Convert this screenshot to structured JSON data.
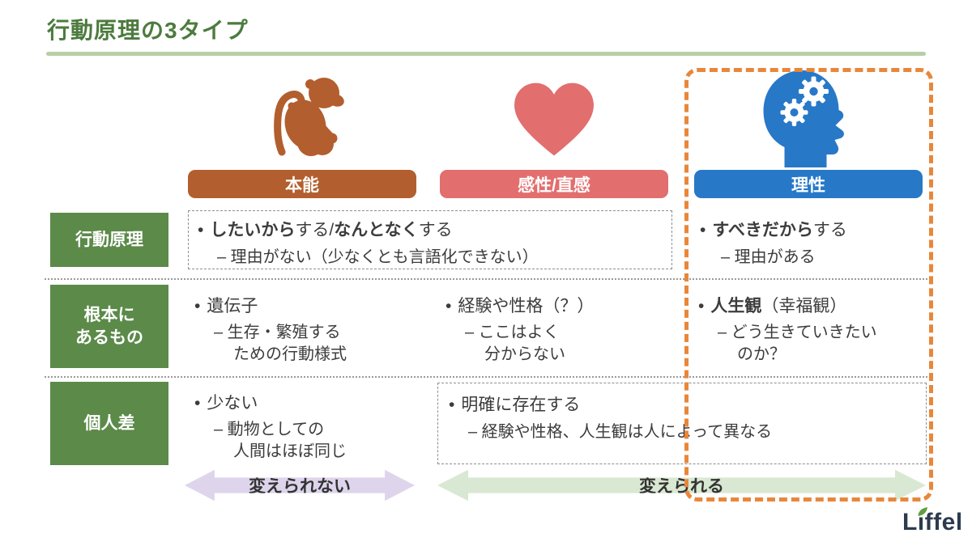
{
  "slide": {
    "title": "行動原理の3タイプ",
    "glyphs": {
      "bullet": "•"
    },
    "columns": [
      {
        "label": "本能",
        "color": "#b35e2e",
        "icon": "monkey-icon"
      },
      {
        "label": "感性/直感",
        "color": "#e26e6e",
        "icon": "heart-icon"
      },
      {
        "label": "理性",
        "color": "#2878c8",
        "icon": "head-gears-icon"
      }
    ],
    "rows": [
      {
        "label_lines": [
          "行動原理"
        ]
      },
      {
        "label_lines": [
          "根本に",
          "あるもの"
        ]
      },
      {
        "label_lines": [
          "個人差"
        ]
      }
    ],
    "cells": {
      "principle_shared": {
        "bold1": "したいから",
        "normal1": "する/",
        "bold2": "なんとなく",
        "normal2": "する",
        "sub": "– 理由がない（少なくとも言語化できない）"
      },
      "principle_reason": {
        "bold": "すべきだから",
        "normal": "する",
        "sub": "– 理由がある"
      },
      "root_instinct": {
        "main": "遺伝子",
        "sub1": "– 生存・繁殖する",
        "sub2": "ための行動様式"
      },
      "root_intuition": {
        "main": "経験や性格（？）",
        "sub1": "– ここはよく",
        "sub2": "分からない"
      },
      "root_reason": {
        "bold": "人生観",
        "normal": "（幸福観）",
        "sub1": "– どう生きていきたい",
        "sub2": "のか？"
      },
      "diff_instinct": {
        "main": "少ない",
        "sub1": "– 動物としての",
        "sub2": "人間はほぼ同じ"
      },
      "diff_shared": {
        "main": "明確に存在する",
        "sub": "– 経験や性格、人生観は人によって異なる"
      }
    },
    "arrows": [
      {
        "label": "変えられない",
        "color": "#ded5ec"
      },
      {
        "label": "変えられる",
        "color": "#d9e8d2"
      }
    ],
    "highlight_color": "#e8873a",
    "logo": {
      "text": "Liffel"
    }
  }
}
